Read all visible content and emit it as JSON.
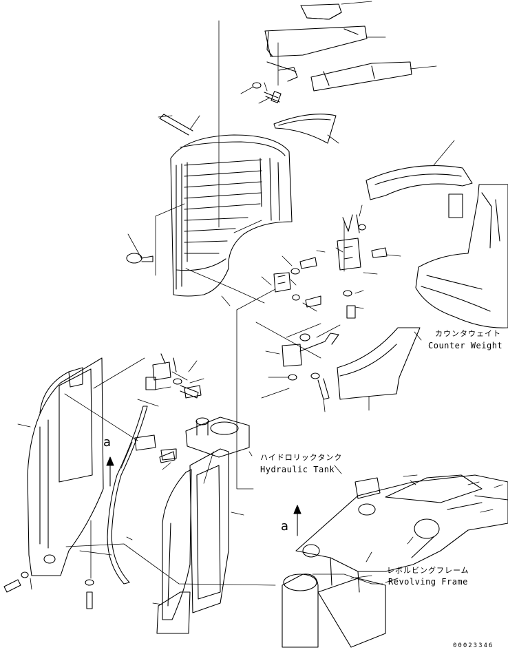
{
  "labels": {
    "counter_weight_jp": "カウンタウェイト",
    "counter_weight_en": "Counter Weight",
    "hydraulic_tank_jp": "ハイドロリックタンク",
    "hydraulic_tank_en": "Hydraulic Tank",
    "revolving_frame_jp": "レボルビングフレーム",
    "revolving_frame_en": "Revolving Frame",
    "view_marker_left": "a",
    "view_marker_right": "a",
    "figure_number": "00023346"
  }
}
